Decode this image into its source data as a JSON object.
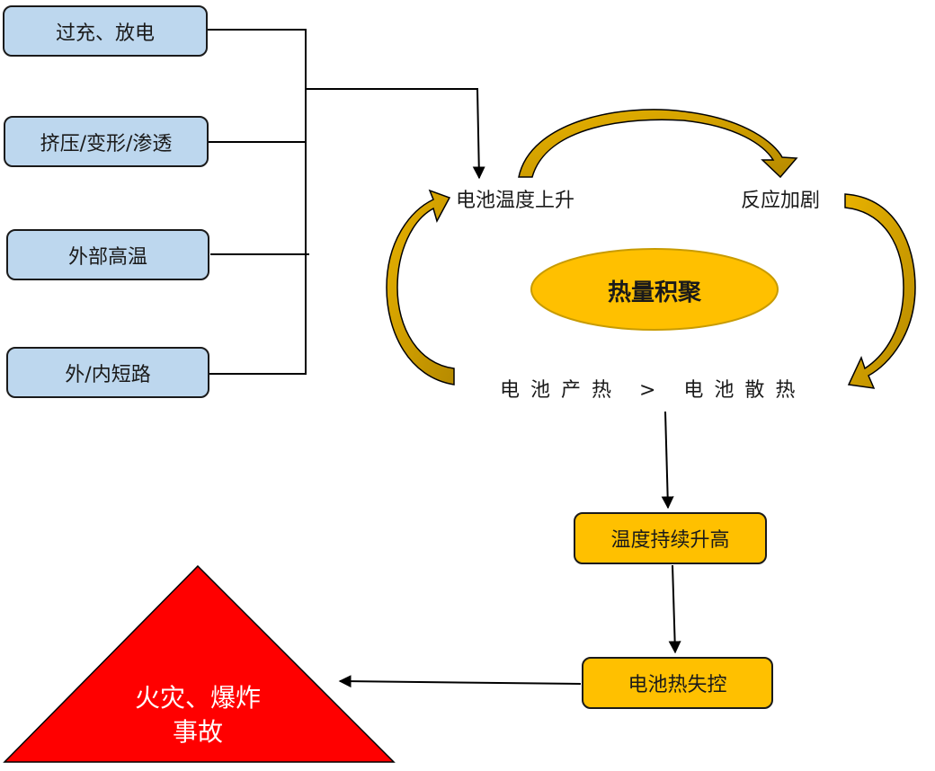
{
  "causes": [
    {
      "label": "过充、放电"
    },
    {
      "label": "挤压/变形/渗透"
    },
    {
      "label": "外部高温"
    },
    {
      "label": "外/内短路"
    }
  ],
  "cycle": {
    "node_temp_rise": "电池温度上升",
    "node_reaction": "反应加剧",
    "center": "热量积聚",
    "condition": "电池产热 > 电池散热"
  },
  "steps": [
    {
      "label": "温度持续升高"
    },
    {
      "label": "电池热失控"
    }
  ],
  "outcome": {
    "line1": "火灾、爆炸",
    "line2": "事故"
  },
  "colors": {
    "cause_fill": "#bdd7ee",
    "step_fill": "#ffc000",
    "arrow_fill": "#c89b00",
    "outcome_fill": "#ff0000"
  }
}
